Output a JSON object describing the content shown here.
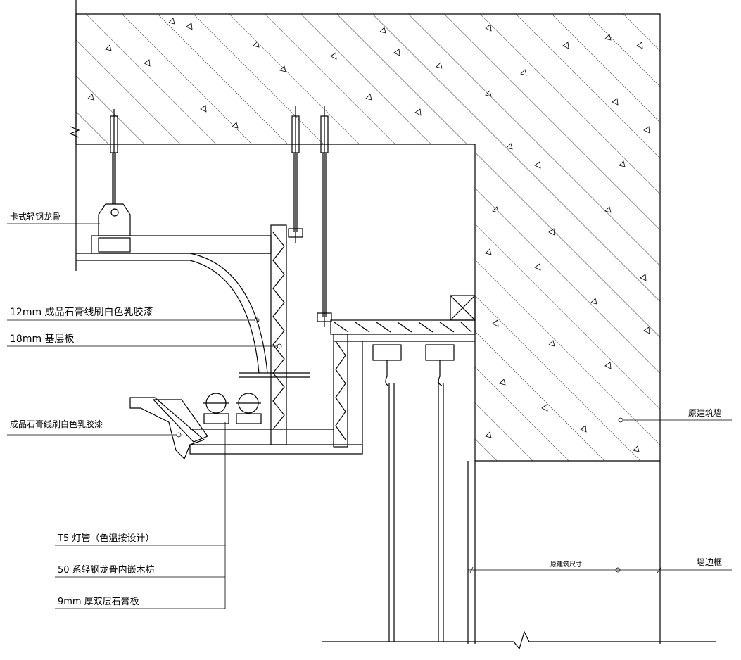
{
  "labels": {
    "keel": "卡式轻钢龙骨",
    "gypsum_line_12": "12mm 成品石膏线刷白色乳胶漆",
    "base_board": "18mm 基层板",
    "gypsum_line": "成品石膏线刷白色乳胶漆",
    "t5_tube": "T5 灯管（色温按设计）",
    "keel_50": "50 系轻钢龙骨内嵌木枋",
    "gypsum_board": "9mm 厚双层石膏板",
    "original_wall": "原建筑墙",
    "wall_frame": "墙边框",
    "original_size": "原建筑尺寸"
  }
}
